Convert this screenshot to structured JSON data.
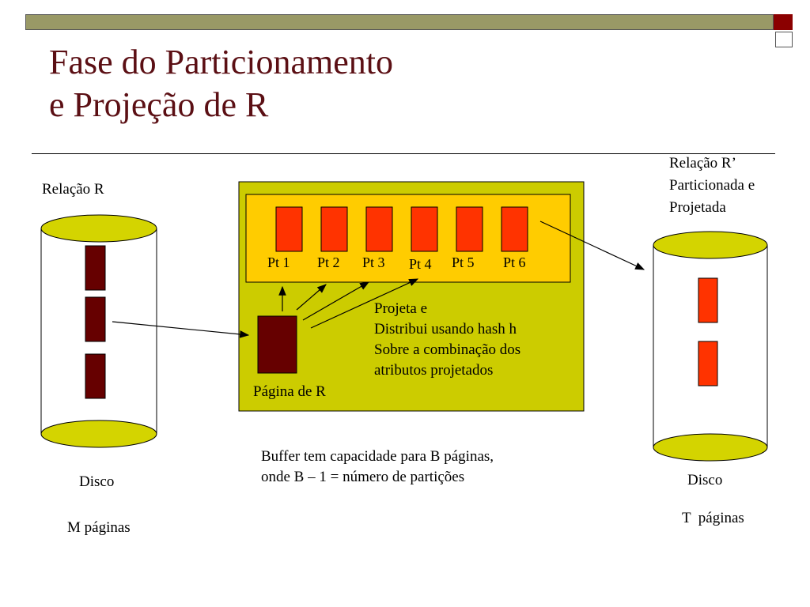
{
  "slide": {
    "title_line1": "Fase do Particionamento",
    "title_line2": "e Projeção de R"
  },
  "left_disk": {
    "relation_label": "Relação R",
    "disk_label": "Disco",
    "pages_label": "M páginas"
  },
  "buffer": {
    "partitions": [
      "Pt 1",
      "Pt 2",
      "Pt 3",
      "Pt 4",
      "Pt 5",
      "Pt 6"
    ],
    "page_label": "Página de R",
    "instruction_lines": [
      "Projeta e",
      "Distribui usando hash h",
      "Sobre a combinação dos",
      "atributos projetados"
    ]
  },
  "caption": {
    "line1": "Buffer tem capacidade para B páginas,",
    "line2": "onde B – 1 = número de partições"
  },
  "right_disk": {
    "relation_lines": [
      "Relação R’",
      "Particionada e",
      "Projetada"
    ],
    "disk_label": "Disco",
    "pages_label": "T  páginas"
  },
  "colors": {
    "header_bar": "#999966",
    "accent_square": "#8b0000",
    "title": "#5b0f14",
    "disk_cap": "#d4d400",
    "buffer_bg": "#cccc00",
    "partition_area": "#ffcc00",
    "partition": "#ff3300",
    "page": "#660000"
  }
}
